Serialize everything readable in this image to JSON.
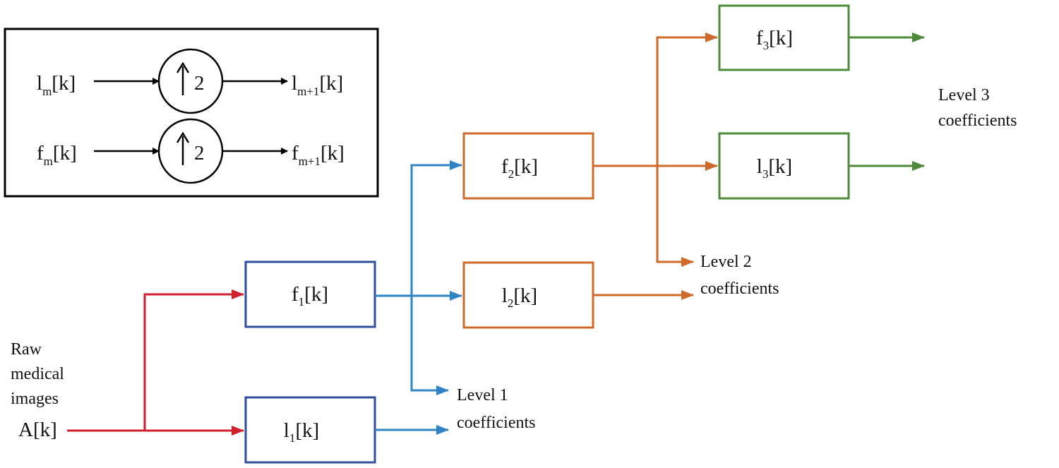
{
  "colors": {
    "red": "#d0202b",
    "blue": "#2f84c6",
    "navy": "#2f4f9e",
    "orange": "#cf6a2a",
    "green": "#4d8b3a",
    "black": "#000000"
  },
  "legend": {
    "rows": [
      {
        "in_base": "l",
        "in_sub": "m",
        "in_tail": "[k]",
        "op": "2",
        "out_base": "l",
        "out_sub": "m+1",
        "out_tail": "[k]"
      },
      {
        "in_base": "f",
        "in_sub": "m",
        "in_tail": "[k]",
        "op": "2",
        "out_base": "f",
        "out_sub": "m+1",
        "out_tail": "[k]"
      }
    ]
  },
  "input": {
    "caption": [
      "Raw",
      "medical",
      "images"
    ],
    "signal": "A[k]"
  },
  "blocks": {
    "f1": {
      "base": "f",
      "sub": "1",
      "tail": "[k]"
    },
    "l1": {
      "base": "l",
      "sub": "1",
      "tail": "[k]"
    },
    "f2": {
      "base": "f",
      "sub": "2",
      "tail": "[k]"
    },
    "l2": {
      "base": "l",
      "sub": "2",
      "tail": "[k]"
    },
    "f3": {
      "base": "f",
      "sub": "3",
      "tail": "[k]"
    },
    "l3": {
      "base": "l",
      "sub": "3",
      "tail": "[k]"
    }
  },
  "labels": {
    "level1": [
      "Level 1",
      "coefficients"
    ],
    "level2": [
      "Level 2",
      "coefficients"
    ],
    "level3": [
      "Level 3",
      "coefficients"
    ]
  }
}
